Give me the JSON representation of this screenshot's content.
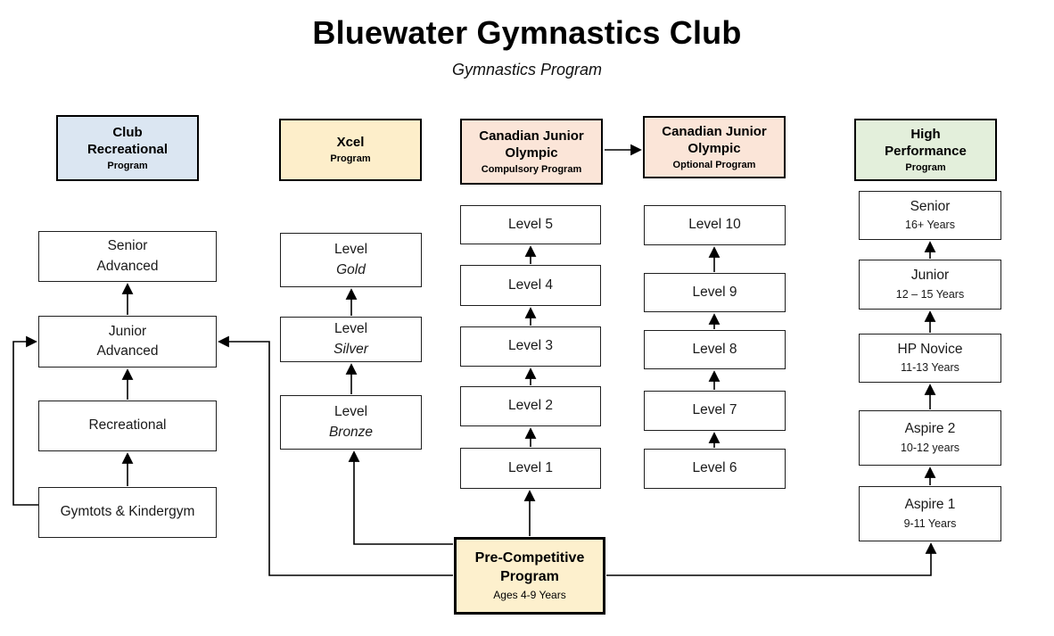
{
  "title": "Bluewater Gymnastics Club",
  "subtitle": "Gymnastics Program",
  "colors": {
    "club_recreational_header": "#dbe6f2",
    "xcel_header": "#fdeeca",
    "cjo_header": "#fbe5d8",
    "high_performance_header": "#e3efdb",
    "pre_competitive_box": "#fdf0cd",
    "box_border": "#000000",
    "connector": "#000000"
  },
  "headers": {
    "club_recreational": {
      "line1": "Club",
      "line2": "Recreational",
      "sub": "Program"
    },
    "xcel": {
      "line1": "Xcel",
      "line2": "",
      "sub": "Program"
    },
    "cjo_compulsory": {
      "line1": "Canadian Junior",
      "line2": "Olympic",
      "sub": "Compulsory Program"
    },
    "cjo_optional": {
      "line1": "Canadian Junior",
      "line2": "Olympic",
      "sub": "Optional Program"
    },
    "high_performance": {
      "line1": "High",
      "line2": "Performance",
      "sub": "Program"
    }
  },
  "pre_competitive": {
    "line1": "Pre-Competitive",
    "line2": "Program",
    "sub": "Ages 4-9 Years"
  },
  "nodes": {
    "club": [
      {
        "line1": "Senior",
        "line2": "Advanced"
      },
      {
        "line1": "Junior",
        "line2": "Advanced"
      },
      {
        "line1": "Recreational",
        "line2": ""
      },
      {
        "line1": "Gymtots & Kindergym",
        "line2": ""
      }
    ],
    "xcel": [
      {
        "line1": "Level",
        "line2": "Gold"
      },
      {
        "line1": "Level",
        "line2": "Silver"
      },
      {
        "line1": "Level",
        "line2": "Bronze"
      }
    ],
    "cjo_compulsory": [
      {
        "line1": "Level 5"
      },
      {
        "line1": "Level 4"
      },
      {
        "line1": "Level 3"
      },
      {
        "line1": "Level 2"
      },
      {
        "line1": "Level 1"
      }
    ],
    "cjo_optional": [
      {
        "line1": "Level 10"
      },
      {
        "line1": "Level 9"
      },
      {
        "line1": "Level 8"
      },
      {
        "line1": "Level 7"
      },
      {
        "line1": "Level 6"
      }
    ],
    "high_performance": [
      {
        "line1": "Senior",
        "line2": "16+ Years"
      },
      {
        "line1": "Junior",
        "line2": "12 – 15 Years"
      },
      {
        "line1": "HP Novice",
        "line2": "11-13 Years"
      },
      {
        "line1": "Aspire 2",
        "line2": "10-12 years"
      },
      {
        "line1": "Aspire 1",
        "line2": "9-11 Years"
      }
    ]
  },
  "connections": [
    {
      "from": "Gymtots & Kindergym",
      "to": "Recreational"
    },
    {
      "from": "Recreational",
      "to": "Junior Advanced"
    },
    {
      "from": "Junior Advanced",
      "to": "Senior Advanced"
    },
    {
      "from": "Gymtots & Kindergym",
      "to": "Junior Advanced"
    },
    {
      "from": "Level Bronze",
      "to": "Level Silver"
    },
    {
      "from": "Level Silver",
      "to": "Level Gold"
    },
    {
      "from": "Level 1",
      "to": "Level 2"
    },
    {
      "from": "Level 2",
      "to": "Level 3"
    },
    {
      "from": "Level 3",
      "to": "Level 4"
    },
    {
      "from": "Level 4",
      "to": "Level 5"
    },
    {
      "from": "Level 6",
      "to": "Level 7"
    },
    {
      "from": "Level 7",
      "to": "Level 8"
    },
    {
      "from": "Level 8",
      "to": "Level 9"
    },
    {
      "from": "Level 9",
      "to": "Level 10"
    },
    {
      "from": "Aspire 1",
      "to": "Aspire 2"
    },
    {
      "from": "Aspire 2",
      "to": "HP Novice"
    },
    {
      "from": "HP Novice",
      "to": "Junior"
    },
    {
      "from": "Junior",
      "to": "Senior"
    },
    {
      "from": "Canadian Junior Olympic Compulsory Program",
      "to": "Canadian Junior Olympic Optional Program"
    },
    {
      "from": "Pre-Competitive Program",
      "to": "Level 1"
    },
    {
      "from": "Pre-Competitive Program",
      "to": "Level Bronze"
    },
    {
      "from": "Pre-Competitive Program",
      "to": "Junior Advanced"
    },
    {
      "from": "Pre-Competitive Program",
      "to": "Aspire 1"
    }
  ]
}
